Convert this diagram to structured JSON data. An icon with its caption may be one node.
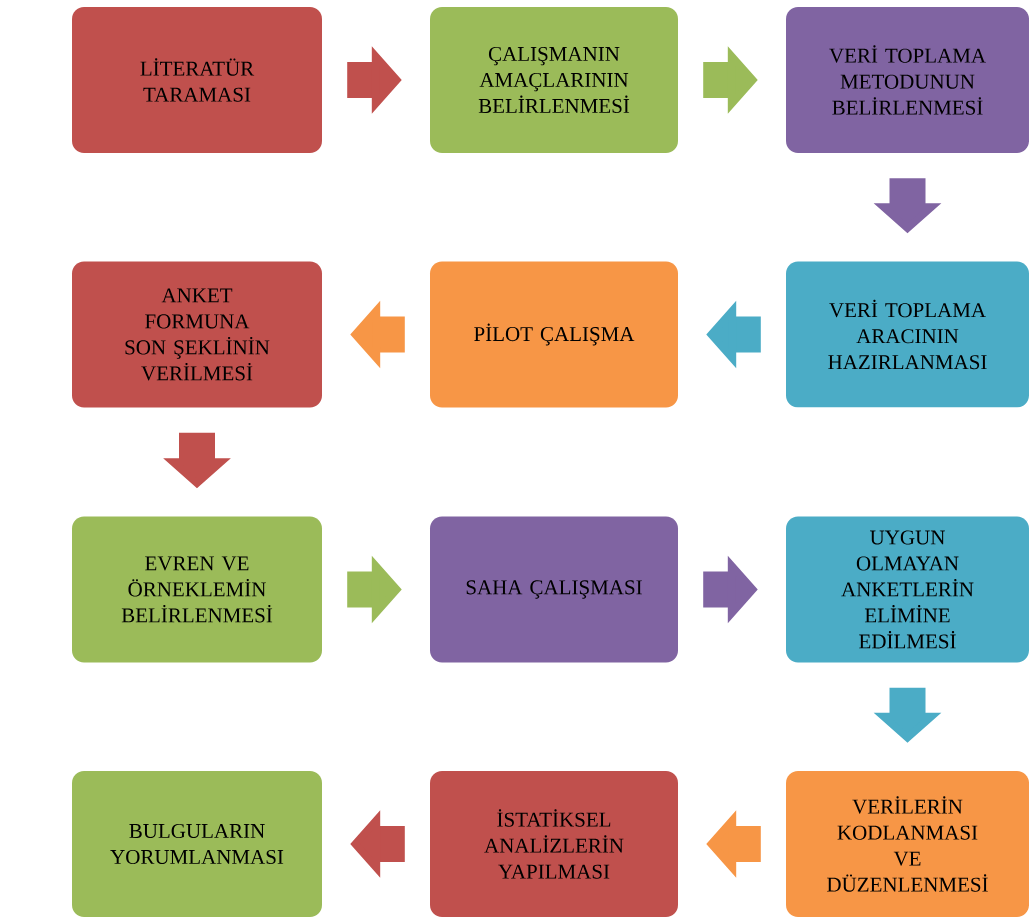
{
  "diagram": {
    "nodes": [
      {
        "text": [
          "LİTERATÜR TARAMASI"
        ]
      },
      {
        "text": [
          "ÇALIŞMANIN AMAÇLARININ BELİRLENMESİ"
        ]
      },
      {
        "text": [
          "VERİ TOPLAMA METODUNUN BELİRLENMESİ"
        ]
      },
      {
        "text": [
          "VERİ TOPLAMA ARACININ HAZIRLANMASI"
        ]
      },
      {
        "text": [
          "PİLOT ÇALIŞMA"
        ]
      },
      {
        "text": [
          "ANKET FORMUNA SON ŞEKLİNİN VERİLMESİ"
        ]
      },
      {
        "text": [
          "EVREN VE ÖRNEKLEMİN BELİRLENMESİ"
        ]
      },
      {
        "text": [
          "SAHA ÇALIŞMASI"
        ]
      },
      {
        "text": [
          "UYGUN OLMAYAN ANKETLERİN ELİMİNE EDİLMESİ"
        ]
      },
      {
        "text": [
          "VERİLERİN KODLANMASI VE DÜZENLENMESİ"
        ]
      },
      {
        "text": [
          "İSTATİKSEL ANALİZLERİN YAPILMASI"
        ]
      },
      {
        "text": [
          "BULGULARIN YORUMLANMASI"
        ]
      }
    ],
    "edges": [
      {
        "from": 0,
        "to": 1,
        "arrow": "to",
        "color": "#c0504d"
      },
      {
        "from": 1,
        "to": 2,
        "arrow": "to",
        "color": "#9bbb59"
      },
      {
        "from": 2,
        "to": 3,
        "arrow": "to",
        "color": "#8064a2"
      },
      {
        "from": 3,
        "to": 4,
        "arrow": "to",
        "color": "#4bacc6"
      },
      {
        "from": 4,
        "to": 5,
        "arrow": "to",
        "color": "#f79646"
      },
      {
        "from": 5,
        "to": 6,
        "arrow": "to",
        "color": "#c0504d"
      },
      {
        "from": 6,
        "to": 7,
        "arrow": "to",
        "color": "#9bbb59"
      },
      {
        "from": 7,
        "to": 8,
        "arrow": "to",
        "color": "#8064a2"
      },
      {
        "from": 8,
        "to": 9,
        "arrow": "to",
        "color": "#4bacc6"
      },
      {
        "from": 9,
        "to": 10,
        "arrow": "to",
        "color": "#f79646"
      },
      {
        "from": 10,
        "to": 11,
        "arrow": "to",
        "color": "#c0504d"
      }
    ]
  }
}
